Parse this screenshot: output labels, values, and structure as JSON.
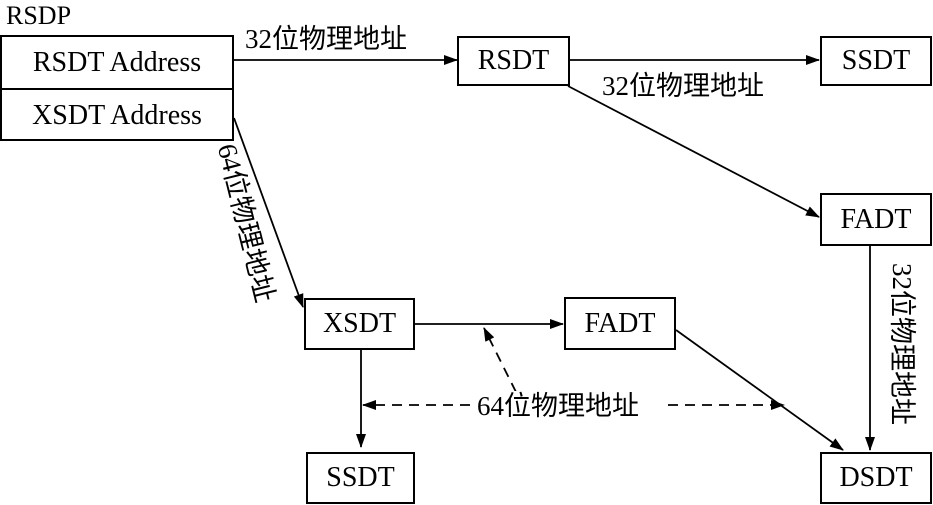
{
  "rsdp": {
    "title": "RSDP",
    "rows": [
      "RSDT Address",
      "XSDT Address"
    ]
  },
  "tables": {
    "rsdt": "RSDT",
    "ssdt_top": "SSDT",
    "fadt_right": "FADT",
    "xsdt": "XSDT",
    "fadt_mid": "FADT",
    "ssdt_bottom": "SSDT",
    "dsdt": "DSDT"
  },
  "labels": {
    "rsdp_to_rsdt": "32位物理地址",
    "rsdt_to_tables": "32位物理地址",
    "xsdt_address": "64位物理地址",
    "fadt_to_dsdt": "32位物理地址",
    "xsdt_to_dsdt": "64位物理地址"
  }
}
